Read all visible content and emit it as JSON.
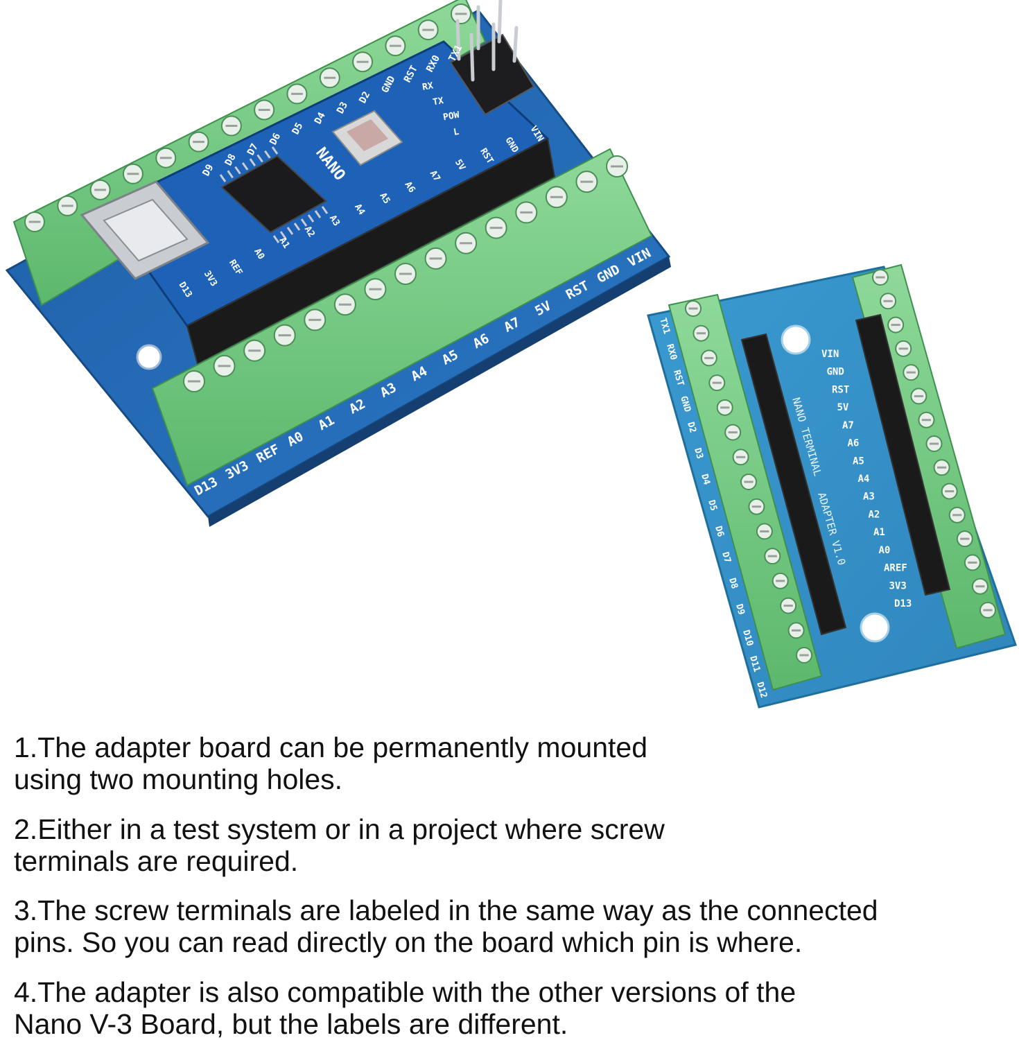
{
  "board_main": {
    "chip_label": "NANO",
    "top_pins": [
      "TX1",
      "RX0",
      "RST",
      "GND",
      "D2",
      "D3",
      "D4",
      "D5",
      "D6",
      "D7",
      "D8",
      "D9"
    ],
    "leds": [
      "RX",
      "TX",
      "POW",
      "L"
    ],
    "header_pins": [
      "VIN",
      "GND",
      "RST",
      "5V",
      "A7",
      "A6",
      "A5",
      "A4",
      "A3",
      "A2",
      "A1",
      "A0",
      "REF",
      "3V3",
      "D13"
    ],
    "bottom_terminals": [
      "D13",
      "3V3",
      "REF",
      "A0",
      "A1",
      "A2",
      "A3",
      "A4",
      "A5",
      "A6",
      "A7",
      "5V",
      "RST",
      "GND",
      "VIN"
    ]
  },
  "board_adapter": {
    "left_labels": [
      "TX1",
      "RX0",
      "RST",
      "GND",
      "D2",
      "D3",
      "D4",
      "D5",
      "D6",
      "D7",
      "D8",
      "D9",
      "D10",
      "D11",
      "D12"
    ],
    "right_labels": [
      "VIN",
      "GND",
      "RST",
      "5V",
      "A7",
      "A6",
      "A5",
      "A4",
      "A3",
      "A2",
      "A1",
      "A0",
      "AREF",
      "3V3",
      "D13"
    ],
    "title_lines": [
      "NANO TERMINAL",
      "ADAPTER V1.0"
    ]
  },
  "features": [
    {
      "line1": "1.The adapter board can be permanently mounted",
      "line2": "using two mounting holes."
    },
    {
      "line1": "2.Either in a test system or in a project where screw",
      "line2": "terminals are required."
    },
    {
      "line1": "3.The screw terminals are labeled in the same way as the connected",
      "line2": "pins. So you can read directly on the board which pin is where."
    },
    {
      "line1": "4.The adapter is also compatible with the other versions of the",
      "line2": "Nano V-3 Board, but the labels are different."
    }
  ]
}
